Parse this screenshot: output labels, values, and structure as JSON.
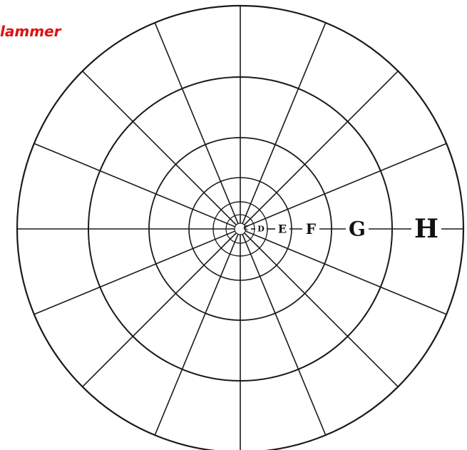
{
  "corner_text": "lammer",
  "colors": {
    "text_accent": "#e01010",
    "line": "#1a1a1a",
    "background": "#ffffff"
  },
  "grid": {
    "spokes": 16
  },
  "ring_labels": [
    "C",
    "D",
    "E",
    "F",
    "G",
    "H"
  ]
}
